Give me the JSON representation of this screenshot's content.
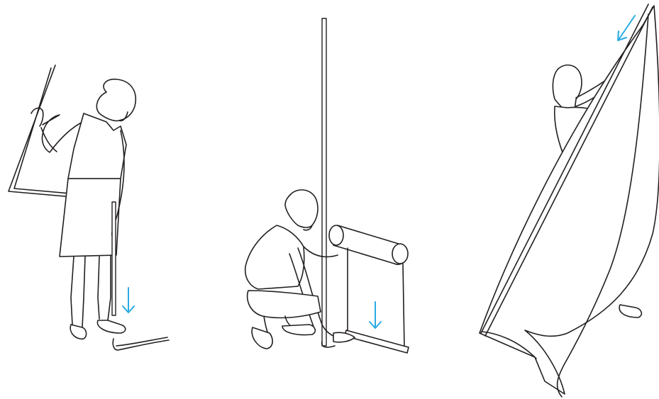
{
  "colors": {
    "line": "#231f20",
    "accent": "#29abe2",
    "background": "#ffffff"
  },
  "steps": [
    {
      "id": "step-1",
      "depicts": "person-unfolding-frame",
      "arrow": "down"
    },
    {
      "id": "step-2",
      "depicts": "person-crouching-unrolling-banner",
      "arrow": "down"
    },
    {
      "id": "step-3",
      "depicts": "person-attaching-banner-top",
      "arrow": "down-left"
    }
  ]
}
